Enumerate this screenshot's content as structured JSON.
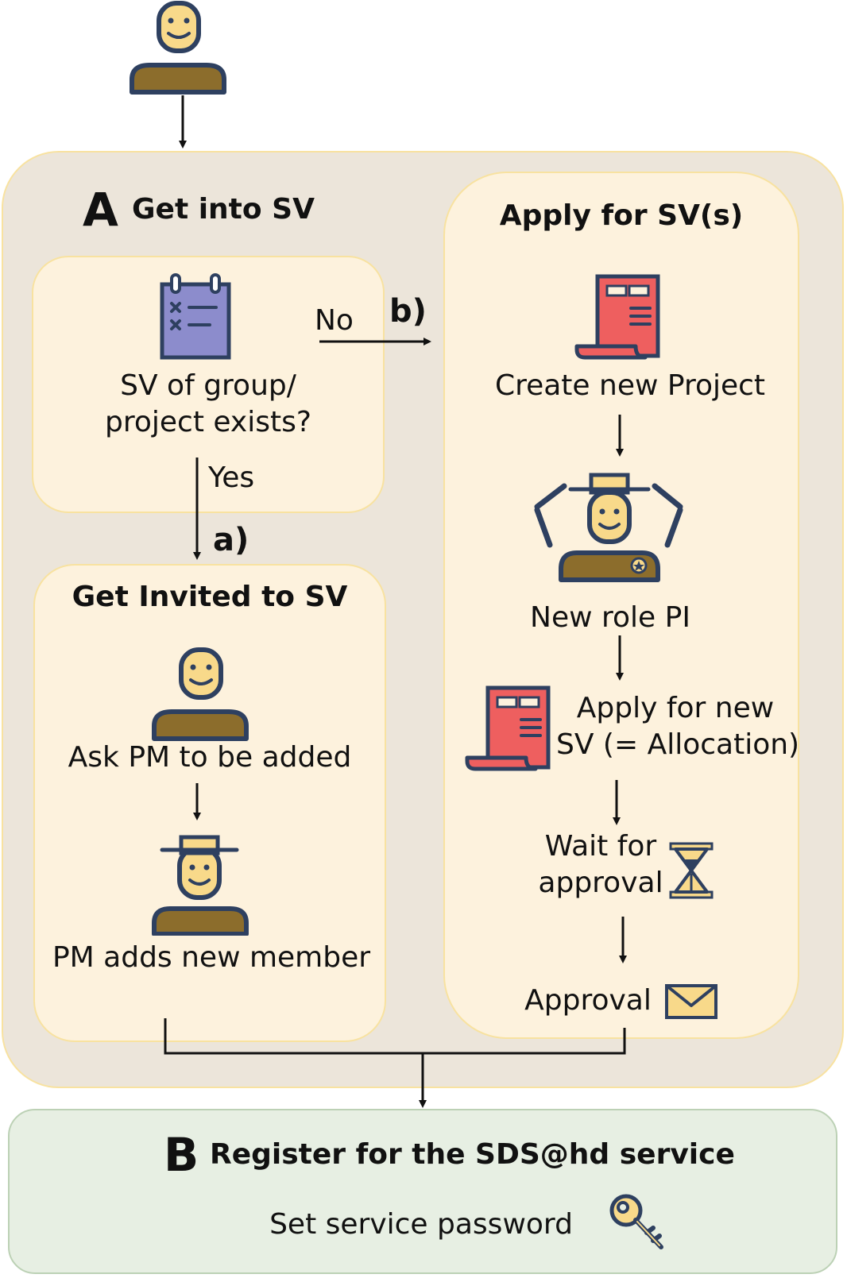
{
  "section_a": {
    "letter": "A",
    "title": "Get into SV"
  },
  "question": {
    "text_line1": "SV of group/",
    "text_line2": "project exists?",
    "icon": "clipboard-checklist-icon"
  },
  "branch_no": {
    "label": "No",
    "tag": "b)"
  },
  "branch_yes": {
    "label": "Yes",
    "tag": "a)"
  },
  "invited": {
    "title": "Get Invited to SV",
    "step1": "Ask PM to be added",
    "step2": "PM adds new member"
  },
  "apply": {
    "title": "Apply for SV(s)",
    "step1": "Create new Project",
    "step2": "New role PI",
    "step3_line1": "Apply for new",
    "step3_line2": "SV (= Allocation)",
    "step4_line1": "Wait for",
    "step4_line2": "approval",
    "step5": "Approval"
  },
  "section_b": {
    "letter": "B",
    "title": "Register for the SDS@hd service",
    "step": "Set service password",
    "icon": "key-icon"
  },
  "colors": {
    "outer_panel": "#ece5da",
    "inner_panel": "#fdf2dd",
    "panel_border": "#f8e2a0",
    "panel_b": "#e7efe3",
    "face": "#f8d98a",
    "body": "#8c6d2c",
    "outline": "#2e4060",
    "document": "#ee5f5f",
    "clipboard": "#8c8ccc"
  }
}
